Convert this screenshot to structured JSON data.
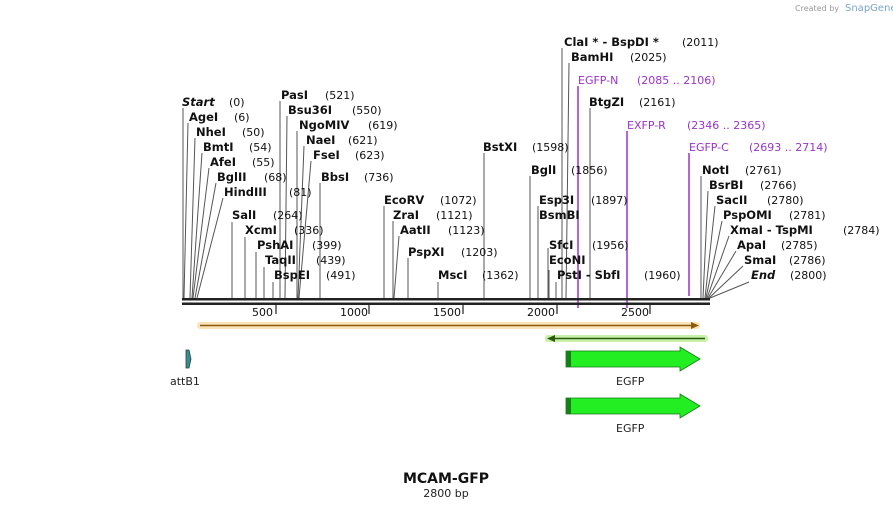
{
  "credit": {
    "created_by": "Created by",
    "brand": "SnapGene"
  },
  "sequence": {
    "name": "MCAM-GFP",
    "length_label": "2800 bp",
    "length": 2800
  },
  "ruler": {
    "ticks": [
      "500",
      "1000",
      "1500",
      "2000",
      "2500"
    ]
  },
  "enzymes_left": [
    {
      "name": "Start",
      "pos": "(0)",
      "italic": true
    },
    {
      "name": "AgeI",
      "pos": "(6)"
    },
    {
      "name": "NheI",
      "pos": "(50)"
    },
    {
      "name": "BmtI",
      "pos": "(54)"
    },
    {
      "name": "AfeI",
      "pos": "(55)"
    },
    {
      "name": "BglII",
      "pos": "(68)"
    },
    {
      "name": "HindIII",
      "pos": "(81)"
    },
    {
      "name": "PasI",
      "pos": "(521)"
    },
    {
      "name": "Bsu36I",
      "pos": "(550)"
    },
    {
      "name": "NgoMIV",
      "pos": "(619)"
    },
    {
      "name": "NaeI",
      "pos": "(621)"
    },
    {
      "name": "FseI",
      "pos": "(623)"
    },
    {
      "name": "BbsI",
      "pos": "(736)"
    },
    {
      "name": "SalI",
      "pos": "(264)"
    },
    {
      "name": "XcmI",
      "pos": "(336)"
    },
    {
      "name": "PshAI",
      "pos": "(399)"
    },
    {
      "name": "TaqII",
      "pos": "(439)"
    },
    {
      "name": "BspEI",
      "pos": "(491)"
    }
  ],
  "enzymes_middle": [
    {
      "name": "EcoRV",
      "pos": "(1072)"
    },
    {
      "name": "ZraI",
      "pos": "(1121)"
    },
    {
      "name": "AatII",
      "pos": "(1123)"
    },
    {
      "name": "PspXI",
      "pos": "(1203)"
    },
    {
      "name": "MscI",
      "pos": "(1362)"
    },
    {
      "name": "BstXI",
      "pos": "(1598)"
    }
  ],
  "enzymes_right": [
    {
      "name": "ClaI * - BspDI *",
      "pos": "(2011)"
    },
    {
      "name": "BamHI",
      "pos": "(2025)"
    },
    {
      "name": "BtgZI",
      "pos": "(2161)"
    },
    {
      "name": "BglI",
      "pos": "(1856)"
    },
    {
      "name": "Esp3I",
      "pos": "(1897)"
    },
    {
      "name": "BsmBI",
      "pos": ""
    },
    {
      "name": "SfcI",
      "pos": "(1956)"
    },
    {
      "name": "EcoNI",
      "pos": ""
    },
    {
      "name": "PstI - SbfI",
      "pos": "(1960)"
    },
    {
      "name": "NotI",
      "pos": "(2761)"
    },
    {
      "name": "BsrBI",
      "pos": "(2766)"
    },
    {
      "name": "SacII",
      "pos": "(2780)"
    },
    {
      "name": "PspOMI",
      "pos": "(2781)"
    },
    {
      "name": "XmaI - TspMI",
      "pos": "(2784)"
    },
    {
      "name": "ApaI",
      "pos": "(2785)"
    },
    {
      "name": "SmaI",
      "pos": "(2786)"
    },
    {
      "name": "End",
      "pos": "(2800)",
      "italic": true
    }
  ],
  "primers": [
    {
      "name": "EGFP-N",
      "range": "(2085 .. 2106)"
    },
    {
      "name": "EXFP-R",
      "range": "(2346 .. 2365)"
    },
    {
      "name": "EGFP-C",
      "range": "(2693 .. 2714)"
    }
  ],
  "features": [
    {
      "name": "attB1"
    },
    {
      "name": "EGFP"
    },
    {
      "name": "EGFP"
    }
  ],
  "colors": {
    "backbone": "#222222",
    "orange_bar": "#f0a040",
    "green_bar": "#66cc33",
    "feature_green": "#22ee22",
    "primer": "#9933cc",
    "attb1": "#3f8a8a"
  }
}
